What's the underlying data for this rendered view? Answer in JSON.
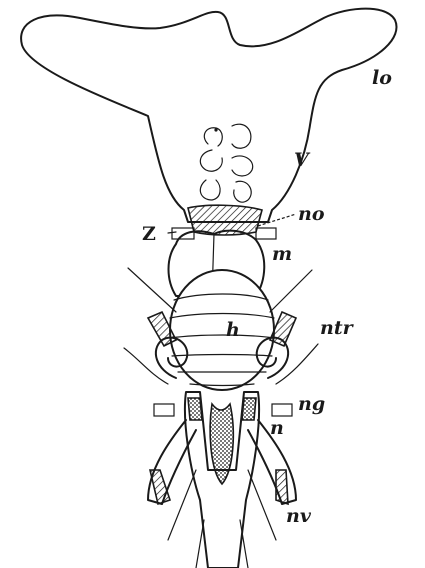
{
  "figure": {
    "labels": {
      "lo": "lo",
      "v": "V",
      "no": "no",
      "z": "Z",
      "m": "m",
      "h": "h",
      "ntr": "ntr",
      "ng": "ng",
      "n": "n",
      "nv": "nv"
    }
  }
}
